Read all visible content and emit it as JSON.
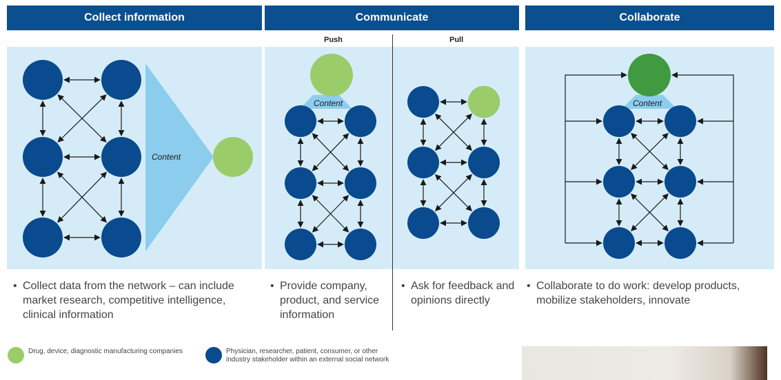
{
  "headers": {
    "collect": "Collect information",
    "communicate": "Communicate",
    "collaborate": "Collaborate"
  },
  "subheaders": {
    "push": "Push",
    "pull": "Pull"
  },
  "content_label": "Content",
  "bullets": {
    "collect": "Collect data from the network – can include market research, competitive intelligence, clinical information",
    "push": "Provide company, product, and service information",
    "pull": "Ask for feedback and opinions directly",
    "collaborate": "Collaborate to do work: develop products, mobilize stakeholders, innovate"
  },
  "bullet_symbol": "•",
  "legend": {
    "company": "Drug, device, diagnostic manufacturing companies",
    "network": "Physician, researcher, patient, consumer, or other industry stakeholder within an external social network"
  },
  "colors": {
    "header": "#0b4f8f",
    "panel": "#d5ecf8",
    "node_blue": "#0a4a8e",
    "node_green": "#9acd6a",
    "node_dark_green": "#3f9a40",
    "triangle": "#8ccdee"
  }
}
